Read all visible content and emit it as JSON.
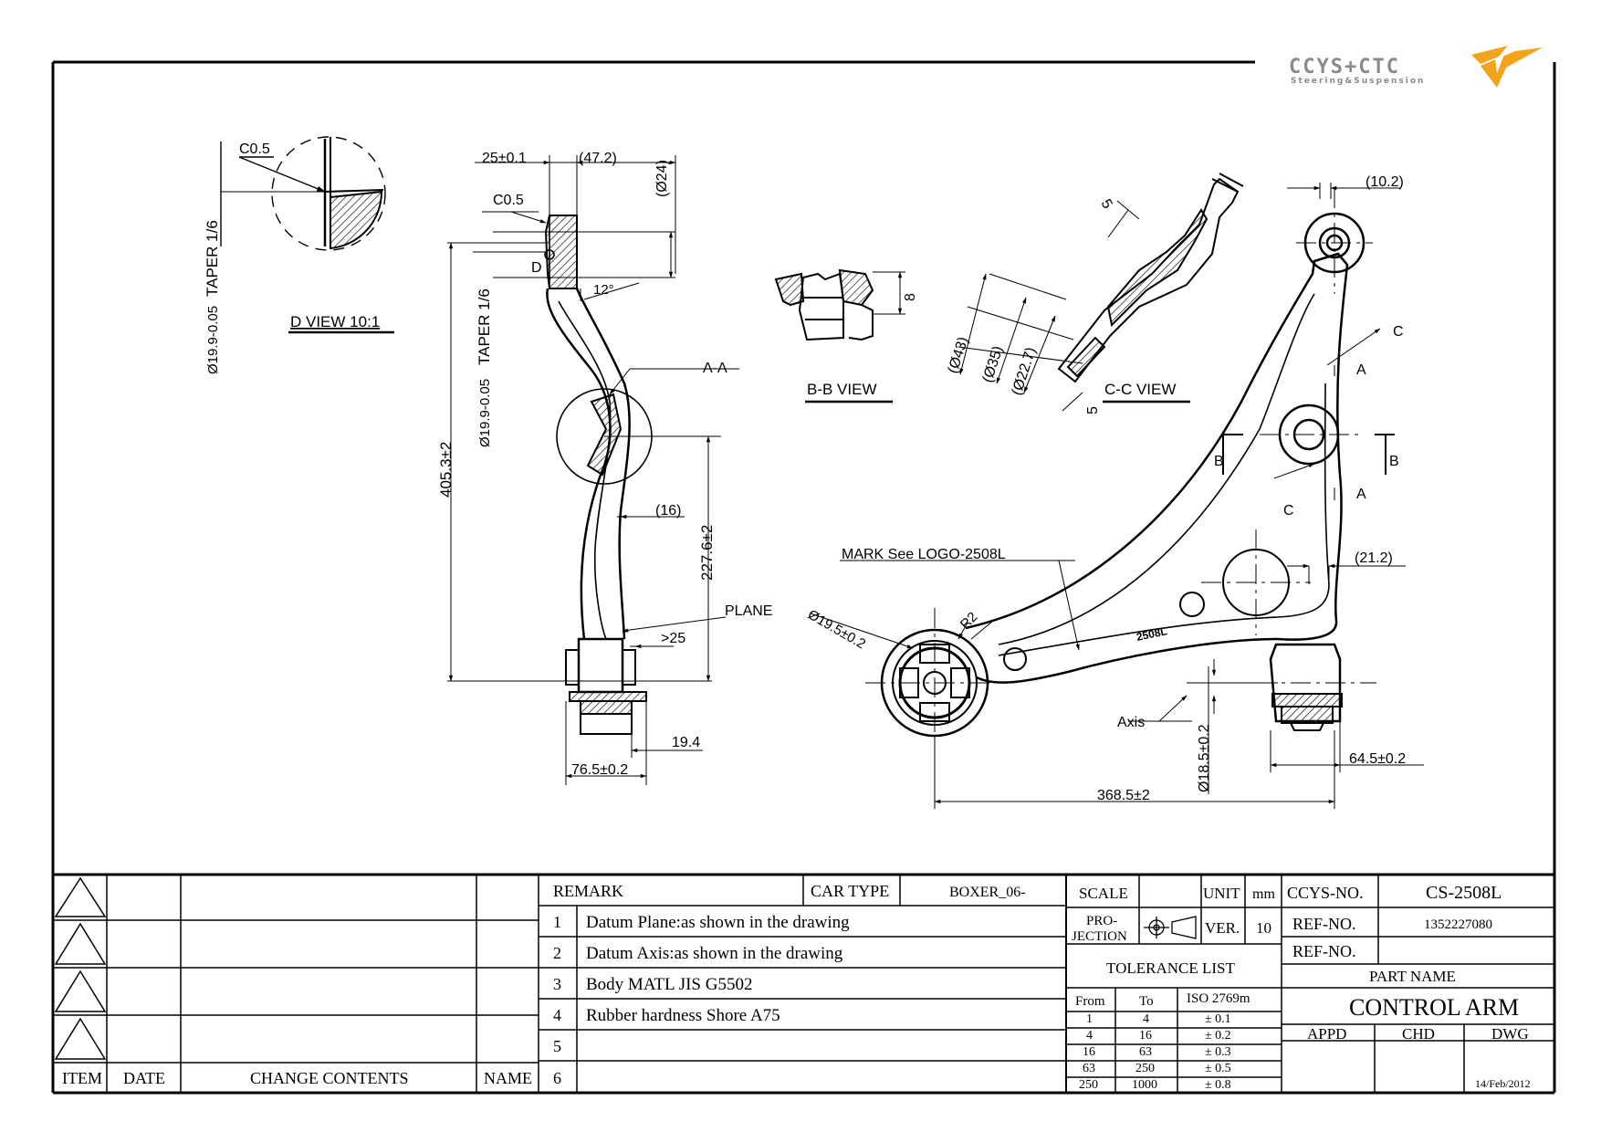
{
  "logo": {
    "brand": "CCYS+CTC",
    "tagline": "Steering&Suspension",
    "colors": {
      "brand_gray": "#8a8a8a",
      "brand_orange": "#f2a41c"
    }
  },
  "views": {
    "d_view": {
      "title": "D VIEW 10:1",
      "c05": "C0.5",
      "dia": "Ø19.9-0.05",
      "taper": "TAPER 1/6"
    },
    "side": {
      "d25": "25±0.1",
      "d47": "(47.2)",
      "d24": "(Ø24)",
      "c05": "C0.5",
      "d_label": "D",
      "angle": "12°",
      "aa": "A-A",
      "h405": "405.3±2",
      "dia": "Ø19.9-0.05",
      "taper": "TAPER 1/6",
      "d16": "(16)",
      "h227": "227.6±2",
      "plane": "PLANE",
      "gt25": ">25",
      "d19": "19.4",
      "d76": "76.5±0.2"
    },
    "bb": {
      "title": "B-B VIEW",
      "d8": "8"
    },
    "cc": {
      "title": "C-C VIEW",
      "d5a": "5",
      "d5b": "5",
      "d43": "(Ø43)",
      "d35": "(Ø35)",
      "d227": "(Ø22.7)"
    },
    "main": {
      "d102": "(10.2)",
      "c": "C",
      "a": "A",
      "b": "B",
      "d212": "(21.2)",
      "mark": "MARK See LOGO-2508L",
      "dia195": "Ø19.5±0.2",
      "r2": "R2",
      "stamp": "2508L",
      "axis": "Axis",
      "d185": "Ø18.5±0.2",
      "d645": "64.5±0.2",
      "d3685": "368.5±2"
    }
  },
  "title_block": {
    "rev_headers": {
      "item": "ITEM",
      "date": "DATE",
      "change": "CHANGE CONTENTS",
      "name": "NAME"
    },
    "remark": "REMARK",
    "car_type_label": "CAR TYPE",
    "car_type_value": "BOXER_06-",
    "remarks": [
      {
        "n": "1",
        "text": "Datum Plane:as shown in the drawing"
      },
      {
        "n": "2",
        "text": "Datum Axis:as shown in the drawing"
      },
      {
        "n": "3",
        "text": "Body MATL JIS G5502"
      },
      {
        "n": "4",
        "text": "Rubber hardness Shore A75"
      },
      {
        "n": "5",
        "text": ""
      },
      {
        "n": "6",
        "text": ""
      }
    ],
    "scale_label": "SCALE",
    "unit_label": "UNIT",
    "unit_value": "mm",
    "projection_label_1": "PRO-",
    "projection_label_2": "JECTION",
    "ver_label": "VER.",
    "ver_value": "10",
    "tolerance_title": "TOLERANCE LIST",
    "tolerance_headers": {
      "from": "From",
      "to": "To",
      "iso": "ISO 2769m"
    },
    "tolerance_rows": [
      {
        "from": "1",
        "to": "4",
        "tol": "± 0.1"
      },
      {
        "from": "4",
        "to": "16",
        "tol": "± 0.2"
      },
      {
        "from": "16",
        "to": "63",
        "tol": "± 0.3"
      },
      {
        "from": "63",
        "to": "250",
        "tol": "± 0.5"
      },
      {
        "from": "250",
        "to": "1000",
        "tol": "± 0.8"
      }
    ],
    "ccys_no_label": "CCYS-NO.",
    "ccys_no_value": "CS-2508L",
    "ref_no_label": "REF-NO.",
    "ref_no_value": "1352227080",
    "ref_no_label_2": "REF-NO.",
    "part_name_label": "PART NAME",
    "part_name_value": "CONTROL ARM",
    "appd_label": "APPD",
    "chd_label": "CHD",
    "dwg_label": "DWG",
    "date": "14/Feb/2012"
  }
}
